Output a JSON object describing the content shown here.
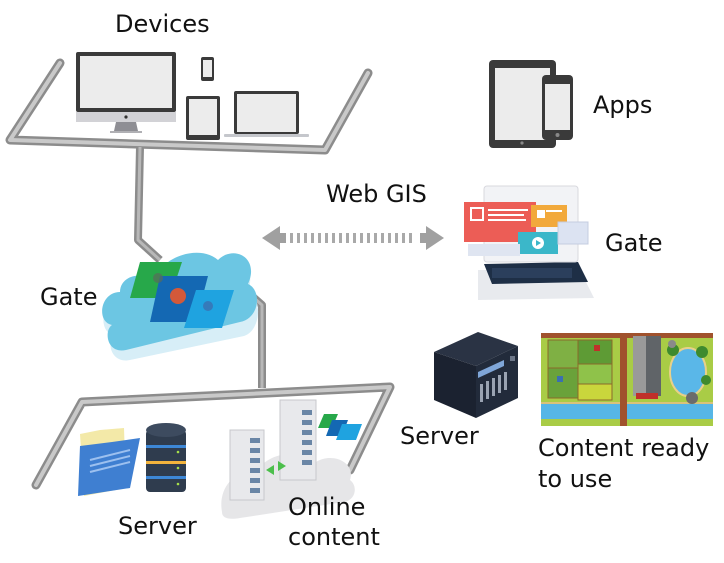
{
  "labels": {
    "devices": "Devices",
    "apps": "Apps",
    "web_gis": "Web GIS",
    "gate_cloud": "Gate",
    "gate_laptop": "Gate",
    "server_left": "Server",
    "online_content_1": "Online",
    "online_content_2": "content",
    "server_right": "Server",
    "content_ready_1": "Content ready",
    "content_ready_2": "to use"
  },
  "icons": {
    "devices_group": [
      "desktop-monitor-icon",
      "smartphone-icon",
      "tablet-icon",
      "laptop-icon"
    ],
    "apps_group": [
      "tablet-icon",
      "smartphone-icon"
    ],
    "gate_cloud": "cloud-map-layers-icon",
    "gate_laptop": "laptop-web-app-icon",
    "arrow": "bidirectional-arrow-icon",
    "server_left": [
      "folder-icon",
      "database-icon"
    ],
    "online_content": "cloud-server-racks-icon",
    "server_right": "nas-server-icon",
    "content_ready": "farm-map-icon"
  },
  "colors": {
    "pipe": "#9a9a9a",
    "cloud": "#6cc6e3",
    "layer_green": "#27a84a",
    "layer_blue": "#1468b3",
    "layer_light_blue": "#1fa3e0",
    "device_frame": "#3a3a3a",
    "device_screen": "#ececec"
  }
}
